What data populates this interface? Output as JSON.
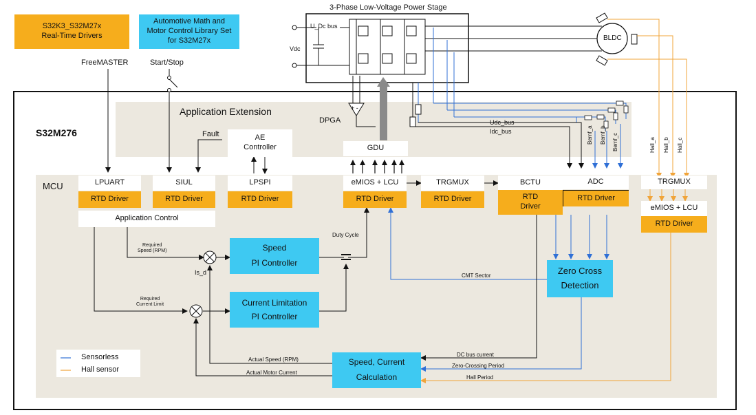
{
  "header_boxes": {
    "rtd_drivers": "S32K3_S32M27x\nReal-Time Drivers",
    "ammclib": "Automotive Math and\nMotor Control Library Set\nfor S32M27x"
  },
  "external": {
    "freemaster": "FreeMASTER",
    "start_stop": "Start/Stop",
    "power_stage_title": "3-Phase Low-Voltage Power Stage",
    "u_dc_bus": "U_Dc bus",
    "vdc": "Vdc",
    "motor": "BLDC"
  },
  "chip": {
    "name": "S32M276",
    "app_extension": "Application Extension",
    "dpga": "DPGA",
    "fault": "Fault",
    "ae_controller": "AE\nController",
    "gdu": "GDU",
    "mcu": "MCU"
  },
  "peripherals": {
    "lpuart": "LPUART",
    "siul": "SIUL",
    "lpspi": "LPSPI",
    "emios_lcu": "eMIOS + LCU",
    "trgmux": "TRGMUX",
    "bctu": "BCTU",
    "adc": "ADC",
    "trgmux2": "TRGMUX",
    "emios_lcu2": "eMIOS + LCU",
    "rtd_driver": "RTD Driver",
    "bctu_rtd": "RTD\nDriver"
  },
  "signals": {
    "udc_bus": "Udc_bus",
    "idc_bus": "Idc_bus",
    "bemf_a": "Bemf_a",
    "bemf_b": "Bemf_b",
    "bemf_c": "Bemf_c",
    "hall_a": "Hall_a",
    "hall_b": "Hall_b",
    "hall_c": "Hall_c",
    "duty_cycle": "Duty Cycle",
    "cmt_sector": "CMT Sector",
    "required_speed": "Required\nSpeed (RPM)",
    "required_current": "Required\nCurrent Limit",
    "is_d": "Is_d",
    "actual_speed": "Actual Speed (RPM)",
    "actual_current": "Actual Motor Current",
    "dc_bus_current": "DC bus current",
    "zero_crossing_period": "Zero-Crossing Period",
    "hall_period": "Hall Period"
  },
  "blocks": {
    "app_control": "Application Control",
    "speed_pi": "Speed\nPI Controller",
    "current_pi": "Current Limitation\nPI Controller",
    "zero_cross": "Zero Cross\nDetection",
    "speed_calc": "Speed, Current\nCalculation"
  },
  "legend": {
    "sensorless": "Sensorless",
    "hall": "Hall sensor"
  },
  "colors": {
    "orange": "#f6ad1c",
    "cyan": "#3ec9f2",
    "panel_beige": "#ece8df",
    "sensorless_blue": "#2f6fd6",
    "hall_orange": "#f0a43a"
  }
}
